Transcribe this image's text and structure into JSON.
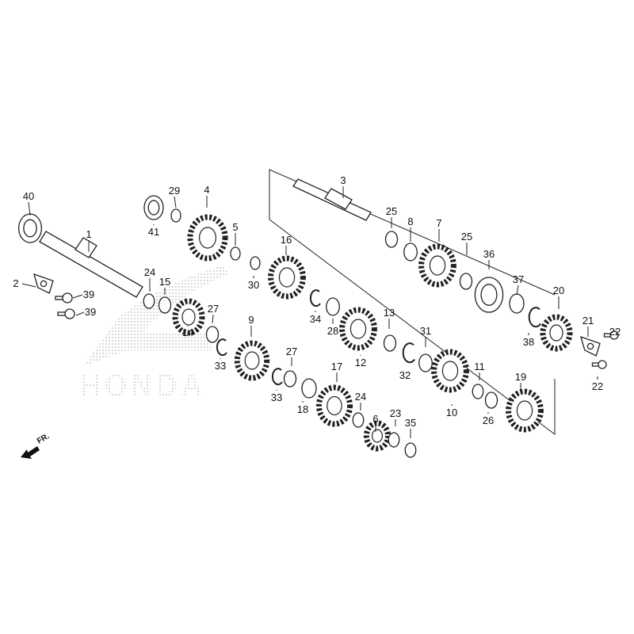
{
  "diagram": {
    "watermark_logo": "HONDA",
    "front_indicator": "FR.",
    "callouts": [
      "40",
      "1",
      "2",
      "39",
      "39",
      "24",
      "15",
      "29",
      "41",
      "4",
      "5",
      "30",
      "16",
      "27",
      "14",
      "33",
      "9",
      "34",
      "28",
      "27",
      "33",
      "18",
      "17",
      "24",
      "6",
      "23",
      "35",
      "3",
      "25",
      "8",
      "7",
      "25",
      "36",
      "37",
      "20",
      "21",
      "22",
      "22",
      "38",
      "13",
      "31",
      "32",
      "12",
      "11",
      "10",
      "26",
      "19"
    ]
  }
}
